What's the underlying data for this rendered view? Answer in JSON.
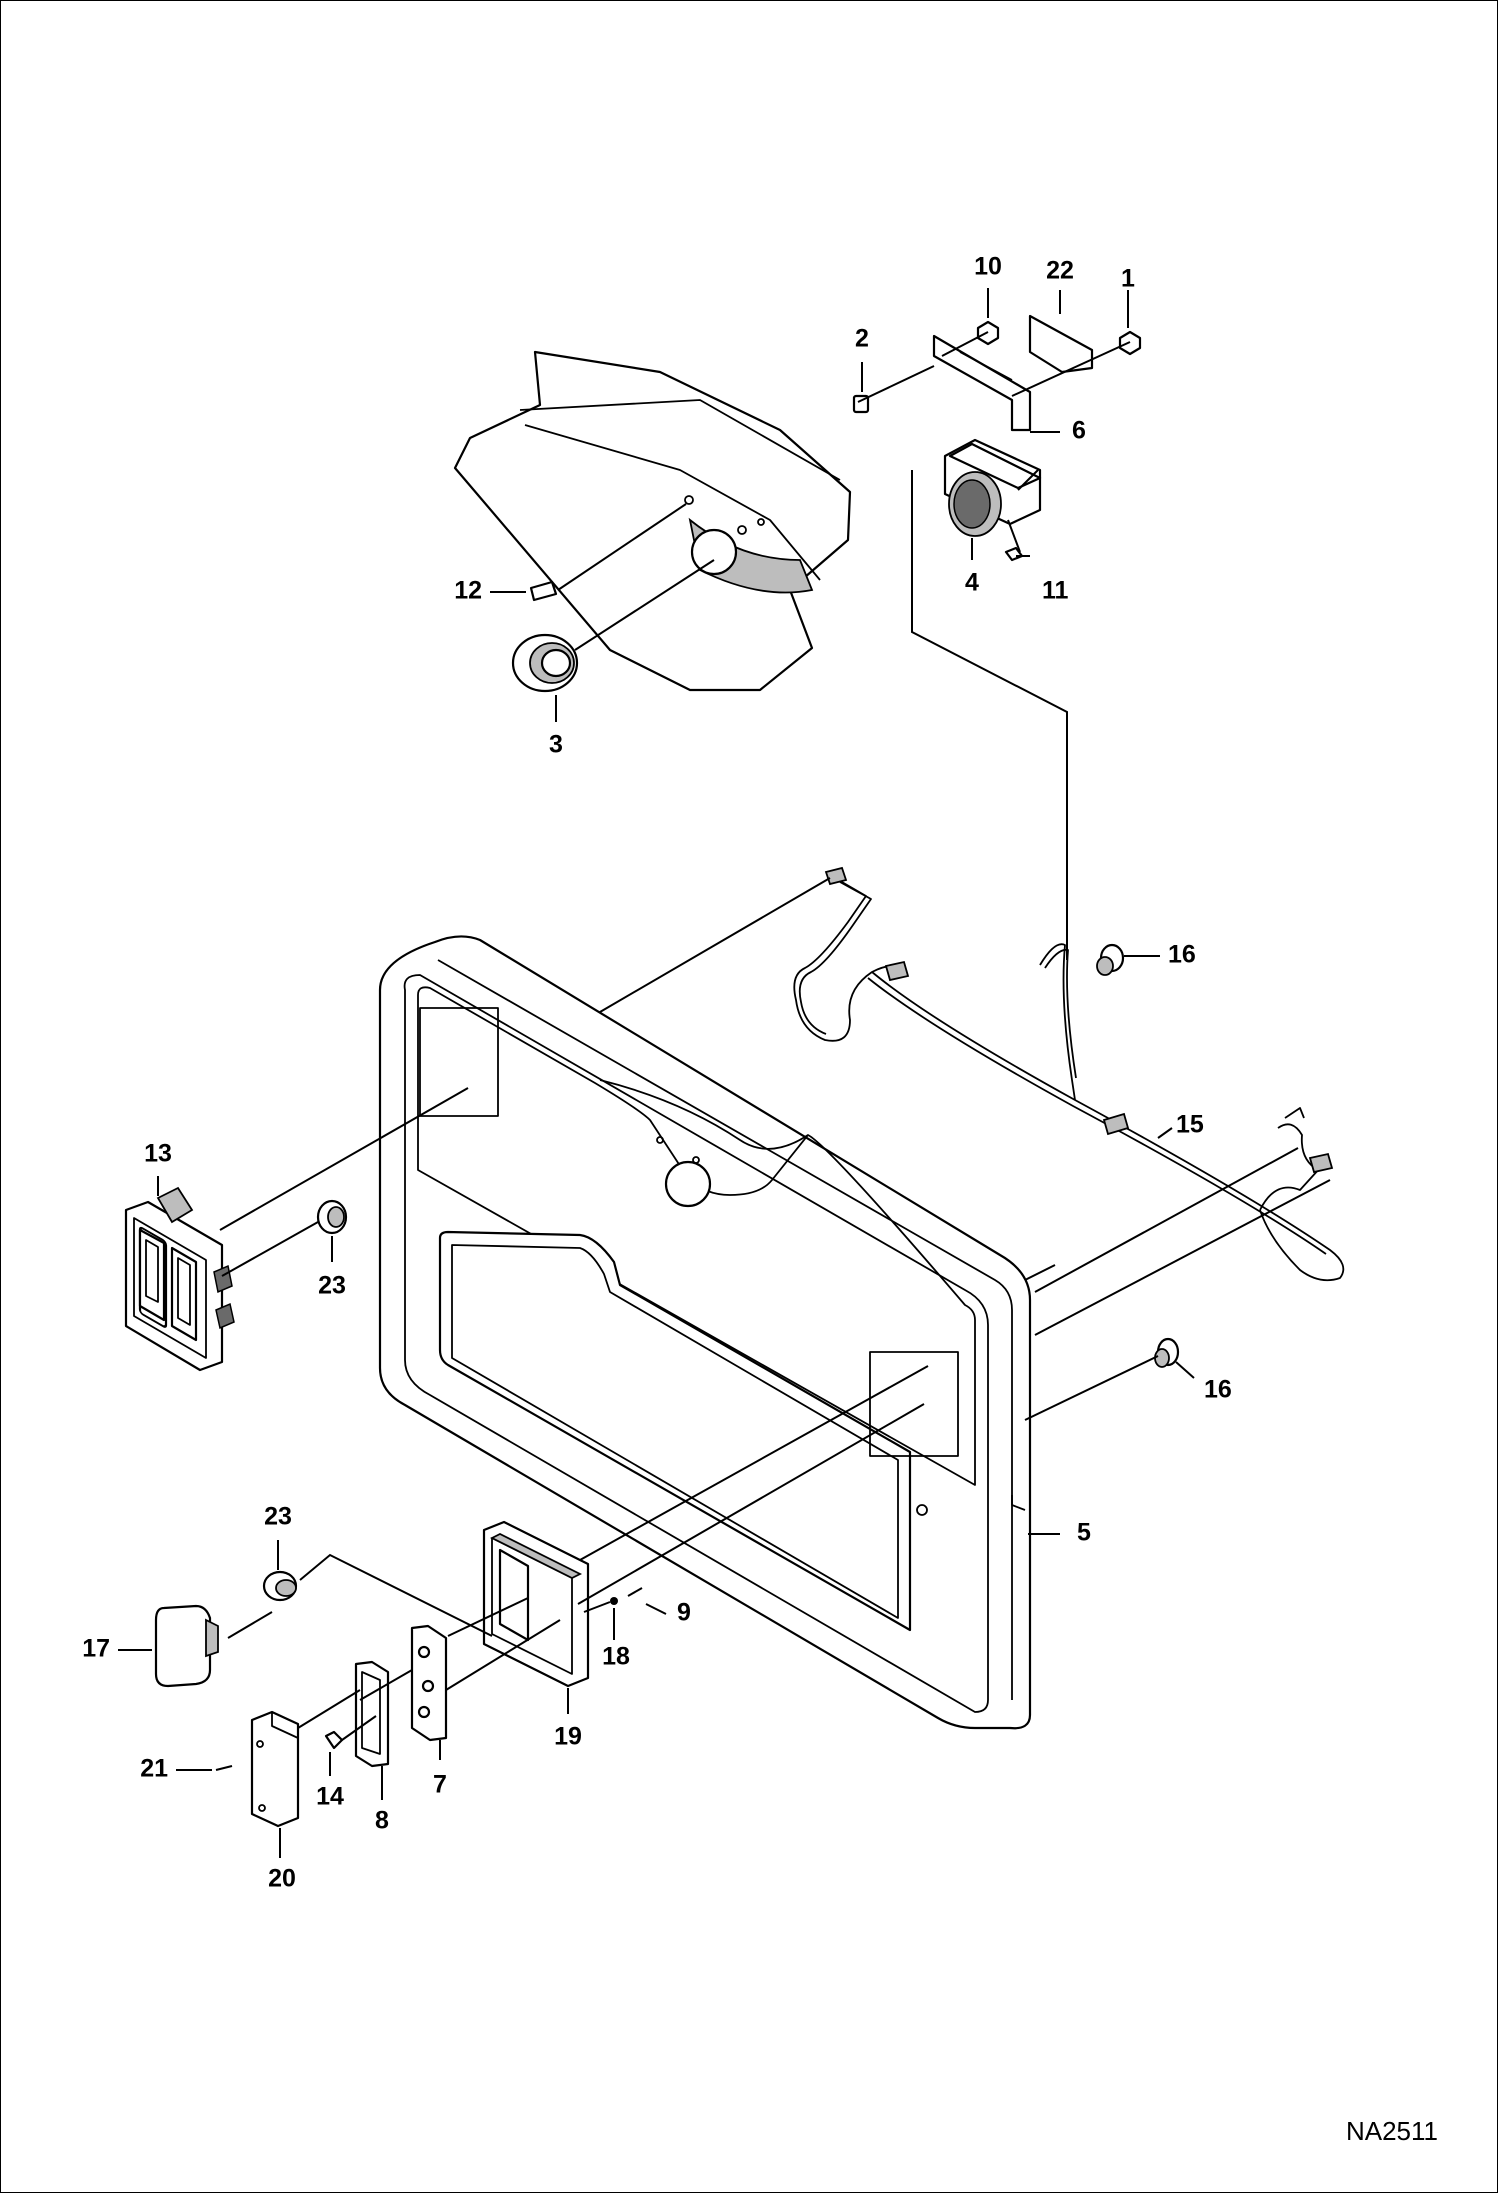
{
  "drawing_code": "NA2511",
  "callouts": [
    {
      "id": "c1",
      "label": "1"
    },
    {
      "id": "c2",
      "label": "2"
    },
    {
      "id": "c3",
      "label": "3"
    },
    {
      "id": "c4",
      "label": "4"
    },
    {
      "id": "c5",
      "label": "5"
    },
    {
      "id": "c6",
      "label": "6"
    },
    {
      "id": "c7",
      "label": "7"
    },
    {
      "id": "c8",
      "label": "8"
    },
    {
      "id": "c9",
      "label": "9"
    },
    {
      "id": "c10",
      "label": "10"
    },
    {
      "id": "c11",
      "label": "11"
    },
    {
      "id": "c12",
      "label": "12"
    },
    {
      "id": "c13",
      "label": "13"
    },
    {
      "id": "c14",
      "label": "14"
    },
    {
      "id": "c15",
      "label": "15"
    },
    {
      "id": "c16a",
      "label": "16"
    },
    {
      "id": "c16b",
      "label": "16"
    },
    {
      "id": "c17",
      "label": "17"
    },
    {
      "id": "c18",
      "label": "18"
    },
    {
      "id": "c19",
      "label": "19"
    },
    {
      "id": "c20",
      "label": "20"
    },
    {
      "id": "c21",
      "label": "21"
    },
    {
      "id": "c22",
      "label": "22"
    },
    {
      "id": "c23a",
      "label": "23"
    },
    {
      "id": "c23b",
      "label": "23"
    }
  ]
}
